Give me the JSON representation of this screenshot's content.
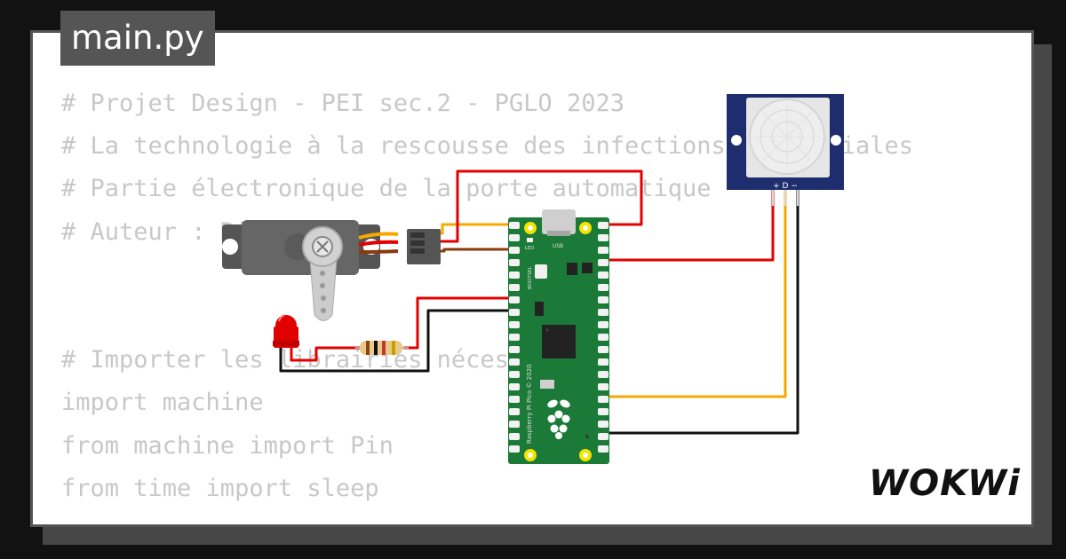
{
  "editor": {
    "filename": "main.py",
    "code_lines": [
      "# Projet Design - PEI sec.2 - PGLO 2023",
      "# La technologie à la rescousse des infections nosocomiales",
      "# Partie électronique de la porte automatique",
      "# Auteur : Richard",
      "",
      "",
      "# Importer les librairies nécessaires",
      "import machine",
      "from machine import Pin",
      "from time import sleep"
    ]
  },
  "board": {
    "usb_label": "USB",
    "led_label": "LED",
    "bootsel_label": "BOOTSEL",
    "silkscreen": "Raspberry Pi Pico © 2020"
  },
  "pir_sensor": {
    "pin_labels": "+ D −"
  },
  "brand": {
    "logo_text": "WOKWi"
  },
  "colors": {
    "wire_red": "#e50000",
    "wire_orange": "#f4a900",
    "wire_black": "#111111",
    "wire_brown": "#8b3a0e",
    "board_green": "#1c7a38",
    "pir_blue": "#1d2d6e"
  }
}
